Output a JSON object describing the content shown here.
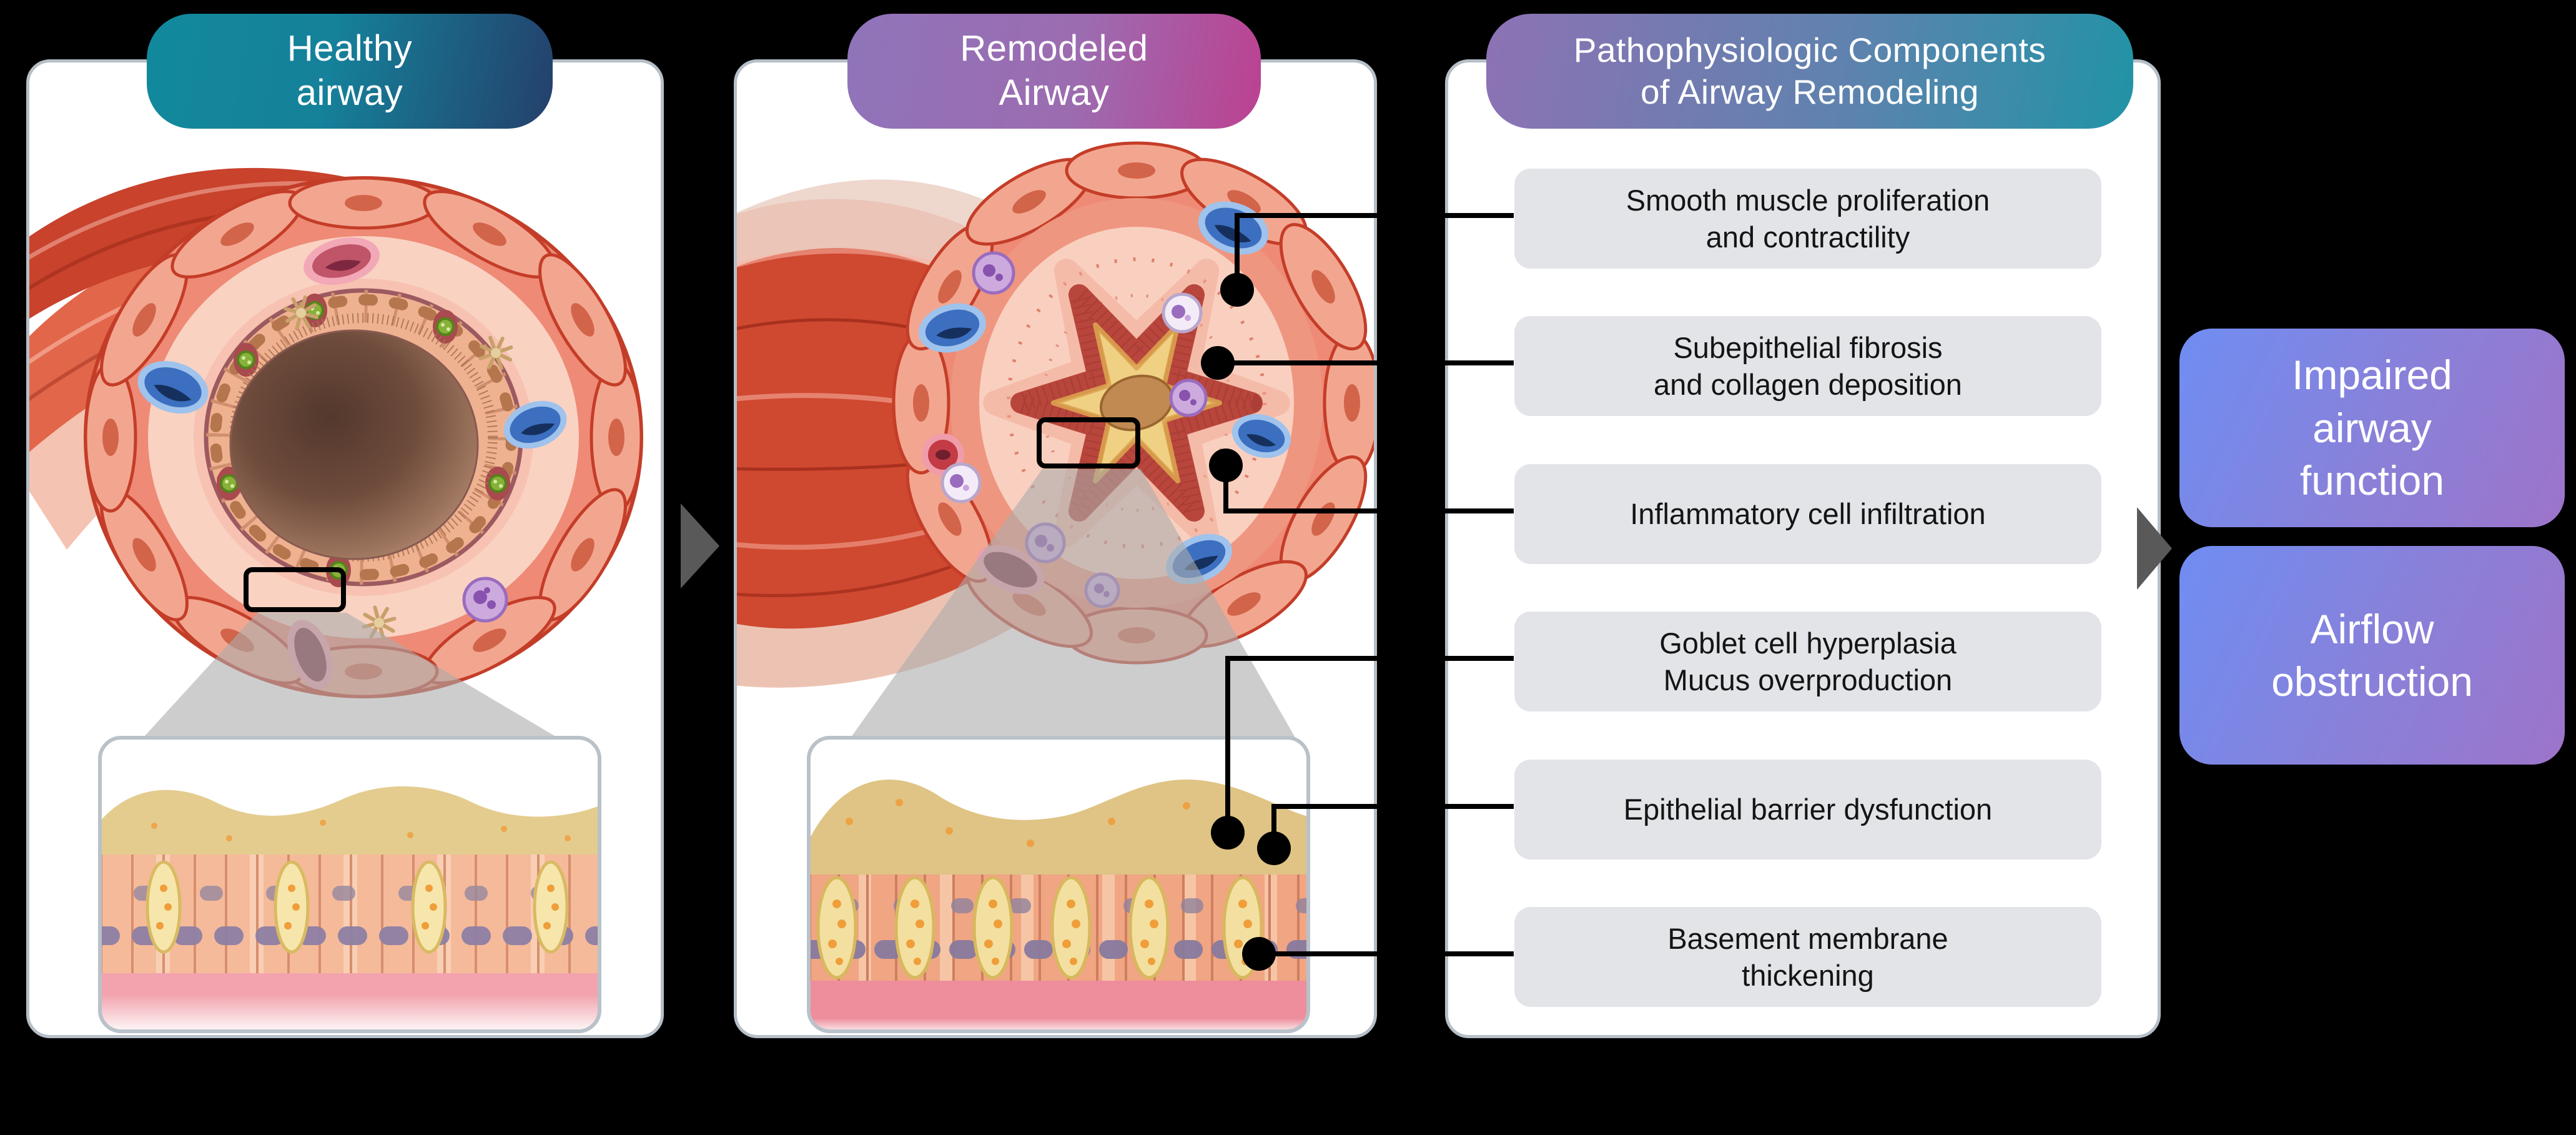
{
  "badges": [
    {
      "line1": "Healthy",
      "line2": "airway"
    },
    {
      "line1": "Remodeled",
      "line2": "Airway"
    },
    {
      "line1": "Pathophysiologic Components",
      "line2": "of Airway Remodeling"
    }
  ],
  "components": [
    {
      "line1": "Smooth muscle proliferation",
      "line2": "and contractility"
    },
    {
      "line1": "Subepithelial fibrosis",
      "line2": "and collagen deposition"
    },
    {
      "line1": "Inflammatory cell infiltration",
      "line2": ""
    },
    {
      "line1": "Goblet cell hyperplasia",
      "line2": "Mucus overproduction"
    },
    {
      "line1": "Epithelial barrier dysfunction",
      "line2": ""
    },
    {
      "line1": "Basement membrane",
      "line2": "thickening"
    }
  ],
  "outcomes": [
    {
      "lines": [
        "Impaired",
        "airway",
        "function"
      ]
    },
    {
      "lines": [
        "Airflow",
        "obstruction"
      ]
    }
  ],
  "icons": {
    "flow_arrow": "arrow-right-icon",
    "magnifier_box": "magnifier-rectangle",
    "connector_dot": "label-dot"
  },
  "colors": {
    "background": "#000000",
    "panel_bg": "#ffffff",
    "panel_border": "#b6bfc7",
    "badge_healthy_gradient": [
      "#12899c",
      "#24406b"
    ],
    "badge_remodeled_gradient": [
      "#8f74ba",
      "#bc4191"
    ],
    "badge_components_gradient": [
      "#8d72b4",
      "#2193a6"
    ],
    "component_box_bg": "#e2e4e8",
    "component_text": "#141414",
    "outcome_gradient": [
      "#6f8df2",
      "#9d74ca"
    ],
    "connector_line": "#000000",
    "flow_arrow": "#595959",
    "muscle_red": "#ee8a75",
    "muscle_outline": "#c23d28",
    "submucosa_pink": "#f9d2c2",
    "lumen_brown": "#6b4a3c",
    "mucus_yellow": "#f7e7b2",
    "basement_pink": "#f2a3ad",
    "vessel_blue": "#3c6fc0",
    "inflammatory_purple": "#cdaade"
  }
}
